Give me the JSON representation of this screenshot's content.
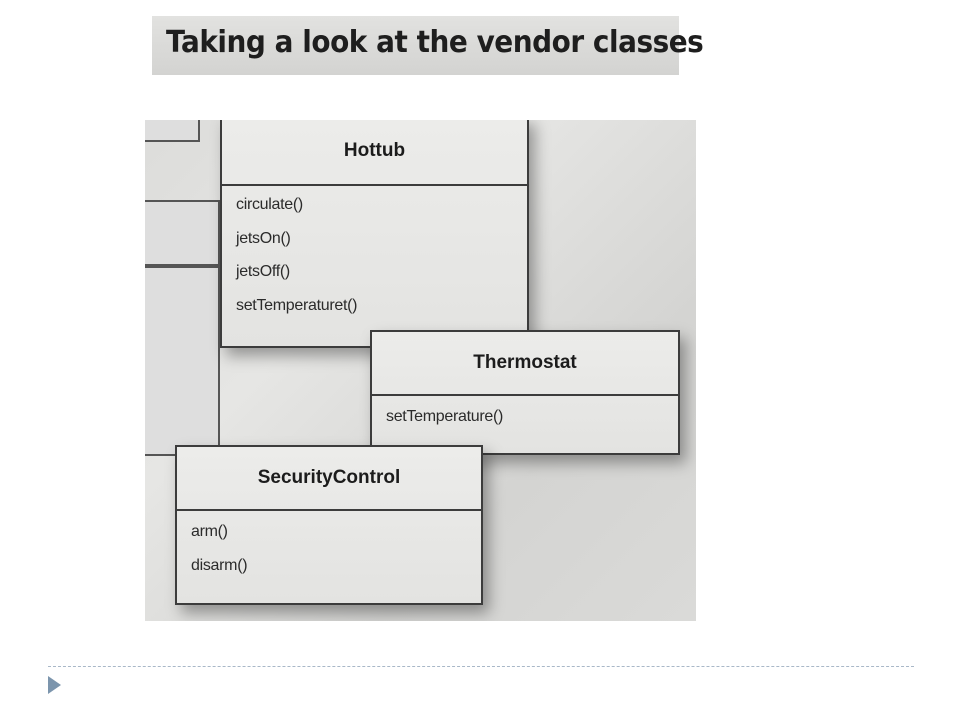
{
  "title": "Taking a look at the vendor classes",
  "classes": {
    "hottub": {
      "name": "Hottub",
      "methods": [
        "circulate()",
        "jetsOn()",
        "jetsOff()",
        "setTemperaturet()"
      ]
    },
    "thermostat": {
      "name": "Thermostat",
      "methods": [
        "setTemperature()"
      ]
    },
    "security_control": {
      "name": "SecurityControl",
      "methods": [
        "arm()",
        "disarm()"
      ]
    }
  }
}
